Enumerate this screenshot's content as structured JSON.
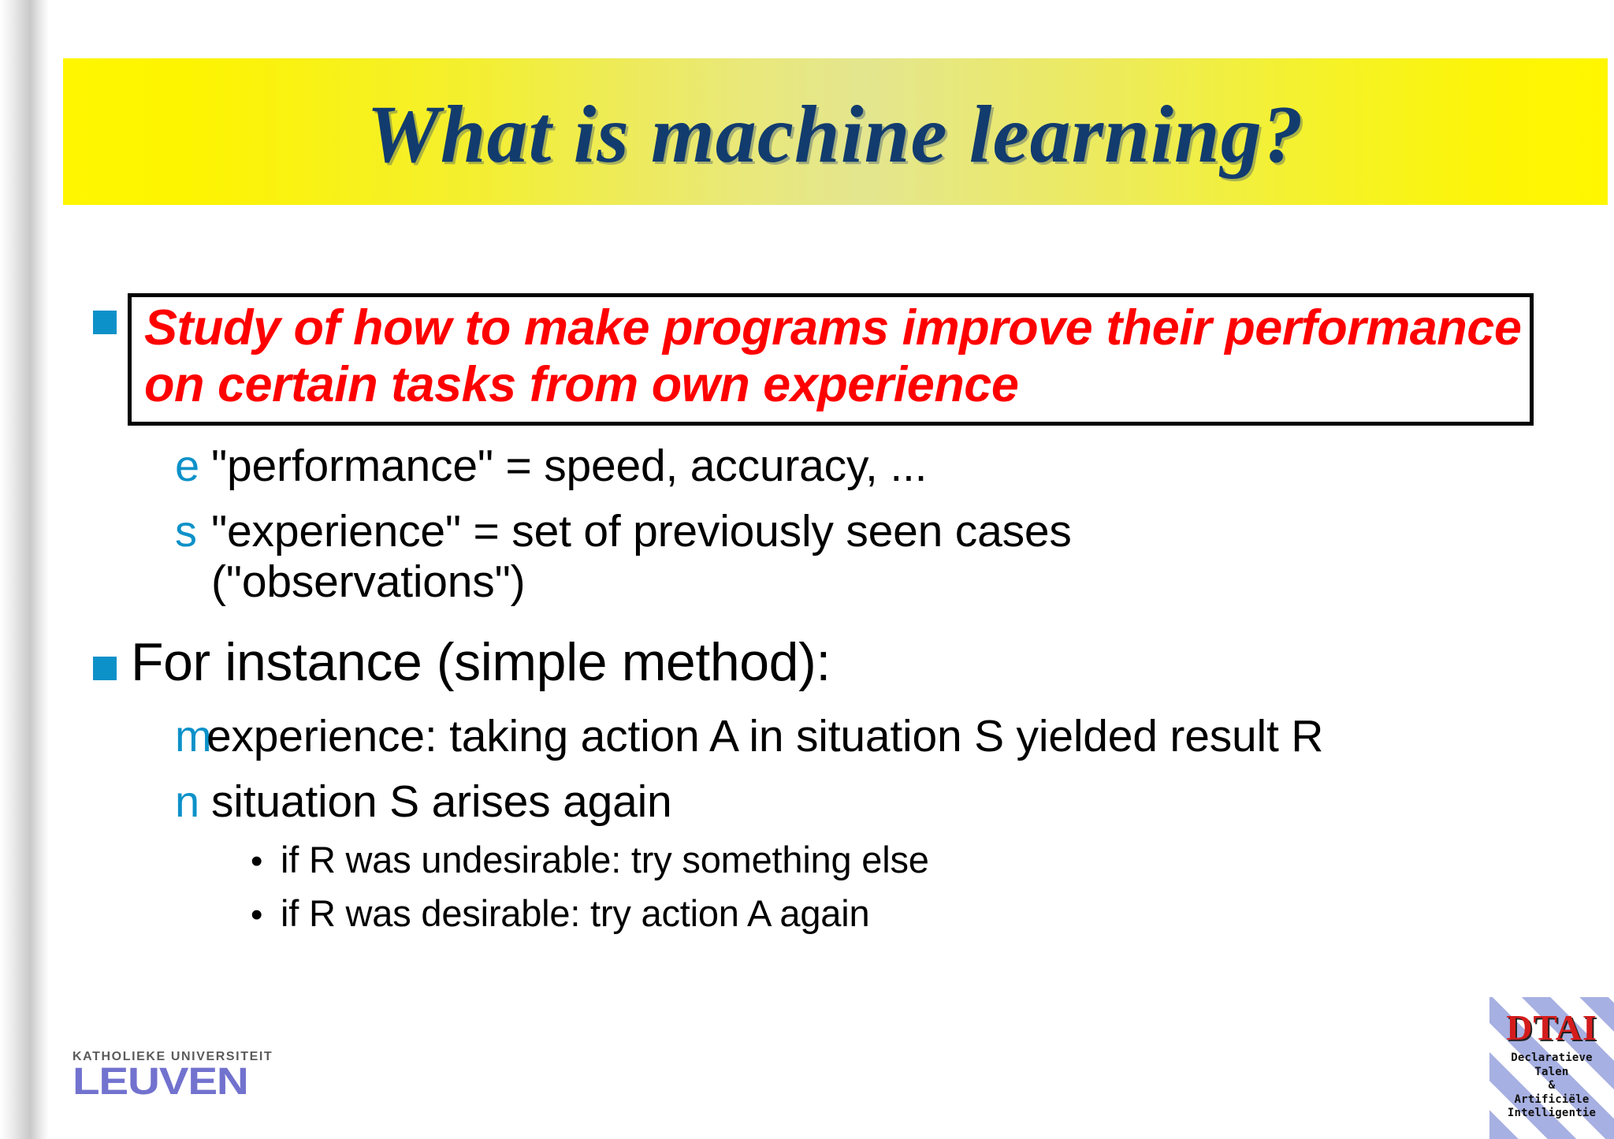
{
  "slide": {
    "title": "What is machine learning?",
    "title_color": "#123c6e",
    "banner_color_start": "#fff600",
    "banner_color_mid": "#e4e68f",
    "accent_bullet_color": "#0d91c9",
    "highlight_color": "#ff0000"
  },
  "content": {
    "boxed_statement": "Study of how to make programs improve their performance on certain tasks from own experience",
    "sub_bullets": [
      {
        "marker": "e",
        "text": "\"performance\" = speed, accuracy, ..."
      },
      {
        "marker": "s",
        "text": "\"experience\" = set of previously seen cases (\"observations\")"
      }
    ],
    "second_bullet": "For instance (simple method):",
    "second_sub_bullets": [
      {
        "marker": "m",
        "text": "experience: taking action A in situation S yielded result R"
      },
      {
        "marker": "n",
        "text": "situation S arises again"
      }
    ],
    "third_level_bullets": [
      {
        "marker": "•",
        "text": "if R was undesirable: try something else"
      },
      {
        "marker": "•",
        "text": "if R was desirable: try action A again"
      }
    ]
  },
  "logos": {
    "kuleuven": {
      "top_line": "KATHOLIEKE UNIVERSITEIT",
      "main_line": "LEUVEN",
      "color": "#7272cf"
    },
    "dtai": {
      "title": "DTAI",
      "line1": "Declaratieve",
      "line2": "Talen",
      "line3": "&",
      "line4": "Artificiële",
      "line5": "Intelligentie",
      "title_color": "#d41c1c"
    }
  }
}
